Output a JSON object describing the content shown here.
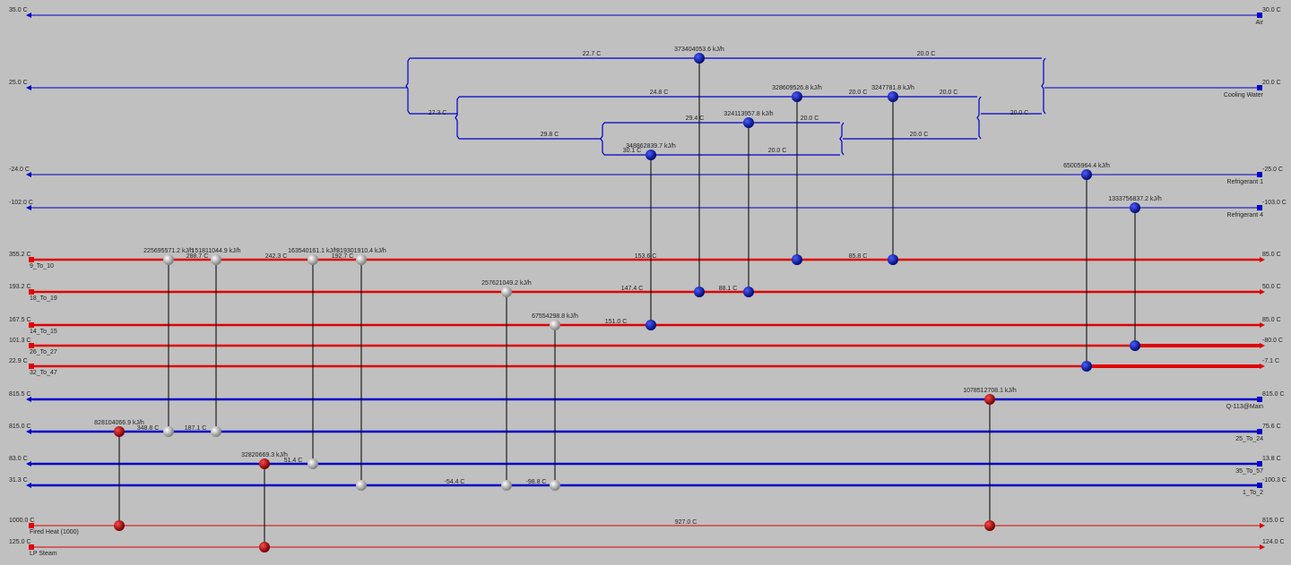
{
  "streams": [
    {
      "name": "Air",
      "type": "cold",
      "in_temp": "30.0 C",
      "out_temp": "35.0 C"
    },
    {
      "name": "Cooling Water",
      "type": "cold",
      "in_temp": "20.0 C",
      "out_temp": "25.0 C"
    },
    {
      "name": "Refrigerant 1",
      "type": "cold",
      "in_temp": "-25.0 C",
      "out_temp": "-24.0 C"
    },
    {
      "name": "Refrigerant 4",
      "type": "cold",
      "in_temp": "-103.0 C",
      "out_temp": "-102.0 C"
    },
    {
      "name": "9_To_10",
      "type": "hot",
      "in_temp": "355.2 C",
      "out_temp": "85.0 C"
    },
    {
      "name": "18_To_19",
      "type": "hot",
      "in_temp": "193.2 C",
      "out_temp": "50.0 C"
    },
    {
      "name": "14_To_15",
      "type": "hot",
      "in_temp": "167.5 C",
      "out_temp": "85.0 C"
    },
    {
      "name": "26_To_27",
      "type": "hot",
      "in_temp": "101.3 C",
      "out_temp": "-80.0 C"
    },
    {
      "name": "32_To_47",
      "type": "hot",
      "in_temp": "22.9 C",
      "out_temp": "-7.1 C"
    },
    {
      "name": "Q-113@Main",
      "type": "cold",
      "in_temp": "815.0 C",
      "out_temp": "815.5 C"
    },
    {
      "name": "25_To_24",
      "type": "cold",
      "in_temp": "75.6 C",
      "out_temp": "815.0 C"
    },
    {
      "name": "35_To_57",
      "type": "cold",
      "in_temp": "13.8 C",
      "out_temp": "83.0 C"
    },
    {
      "name": "1_To_2",
      "type": "cold",
      "in_temp": "-100.3 C",
      "out_temp": "31.3 C"
    },
    {
      "name": "Fired Heat (1000)",
      "type": "hot-utility",
      "in_temp": "1000.0 C",
      "out_temp": "815.0 C"
    },
    {
      "name": "LP Steam",
      "type": "hot-utility",
      "in_temp": "125.0 C",
      "out_temp": "124.0 C"
    }
  ],
  "exchangers": [
    {
      "kind": "cooler",
      "duty": "373404053.6 kJ/h",
      "from": "Cooling Water",
      "to": "18_To_19"
    },
    {
      "kind": "cooler",
      "duty": "328609526.8 kJ/h",
      "from": "Cooling Water",
      "to": "9_To_10"
    },
    {
      "kind": "cooler",
      "duty": "3247781.8 kJ/h",
      "from": "Cooling Water",
      "to": "9_To_10"
    },
    {
      "kind": "cooler",
      "duty": "324113957.8 kJ/h",
      "from": "Cooling Water",
      "to": "18_To_19"
    },
    {
      "kind": "cooler",
      "duty": "348862839.7 kJ/h",
      "from": "Cooling Water",
      "to": "14_To_15"
    },
    {
      "kind": "cooler",
      "duty": "65005964.4 kJ/h",
      "from": "Refrigerant 1",
      "to": "32_To_47"
    },
    {
      "kind": "cooler",
      "duty": "1333756837.2 kJ/h",
      "from": "Refrigerant 4",
      "to": "26_To_27"
    },
    {
      "kind": "process",
      "duty": "225695571.2 kJ/h",
      "from": "9_To_10",
      "to": "25_To_24"
    },
    {
      "kind": "process",
      "duty": "151811044.9 kJ/h",
      "from": "9_To_10",
      "to": "25_To_24"
    },
    {
      "kind": "process",
      "duty": "163540161.1 kJ/h",
      "from": "9_To_10",
      "to": "35_To_57"
    },
    {
      "kind": "process",
      "duty": "319301910.4 kJ/h",
      "from": "9_To_10",
      "to": "1_To_2"
    },
    {
      "kind": "process",
      "duty": "257621049.2 kJ/h",
      "from": "18_To_19",
      "to": "1_To_2"
    },
    {
      "kind": "process",
      "duty": "67554298.8 kJ/h",
      "from": "14_To_15",
      "to": "1_To_2"
    },
    {
      "kind": "heater",
      "duty": "828104066.9 kJ/h",
      "from": "25_To_24",
      "to": "Fired Heat (1000)"
    },
    {
      "kind": "heater",
      "duty": "32820669.3 kJ/h",
      "from": "35_To_57",
      "to": "LP Steam"
    },
    {
      "kind": "heater",
      "duty": "1078512708.1 kJ/h",
      "from": "Q-113@Main",
      "to": "Fired Heat (1000)"
    }
  ],
  "intermediate_temps": [
    "22.7 C",
    "20.0 C",
    "24.8 C",
    "20.0 C",
    "20.0 C",
    "27.3 C",
    "29.4 C",
    "20.0 C",
    "29.8 C",
    "30.1 C",
    "20.0 C",
    "20.0 C",
    "20.0 C",
    "288.7 C",
    "242.3 C",
    "192.7 C",
    "153.6 C",
    "85.8 C",
    "147.4 C",
    "88.1 C",
    "151.0 C",
    "348.8 C",
    "187.1 C",
    "51.4 C",
    "-54.4 C",
    "-98.8 C",
    "927.0 C"
  ],
  "colors": {
    "hot": "#e00000",
    "cold": "#0000c8",
    "background": "#c0c0c0",
    "cooler_node": "#0010a0",
    "heater_node": "#b00000",
    "process_node": "#e8e8e8"
  }
}
